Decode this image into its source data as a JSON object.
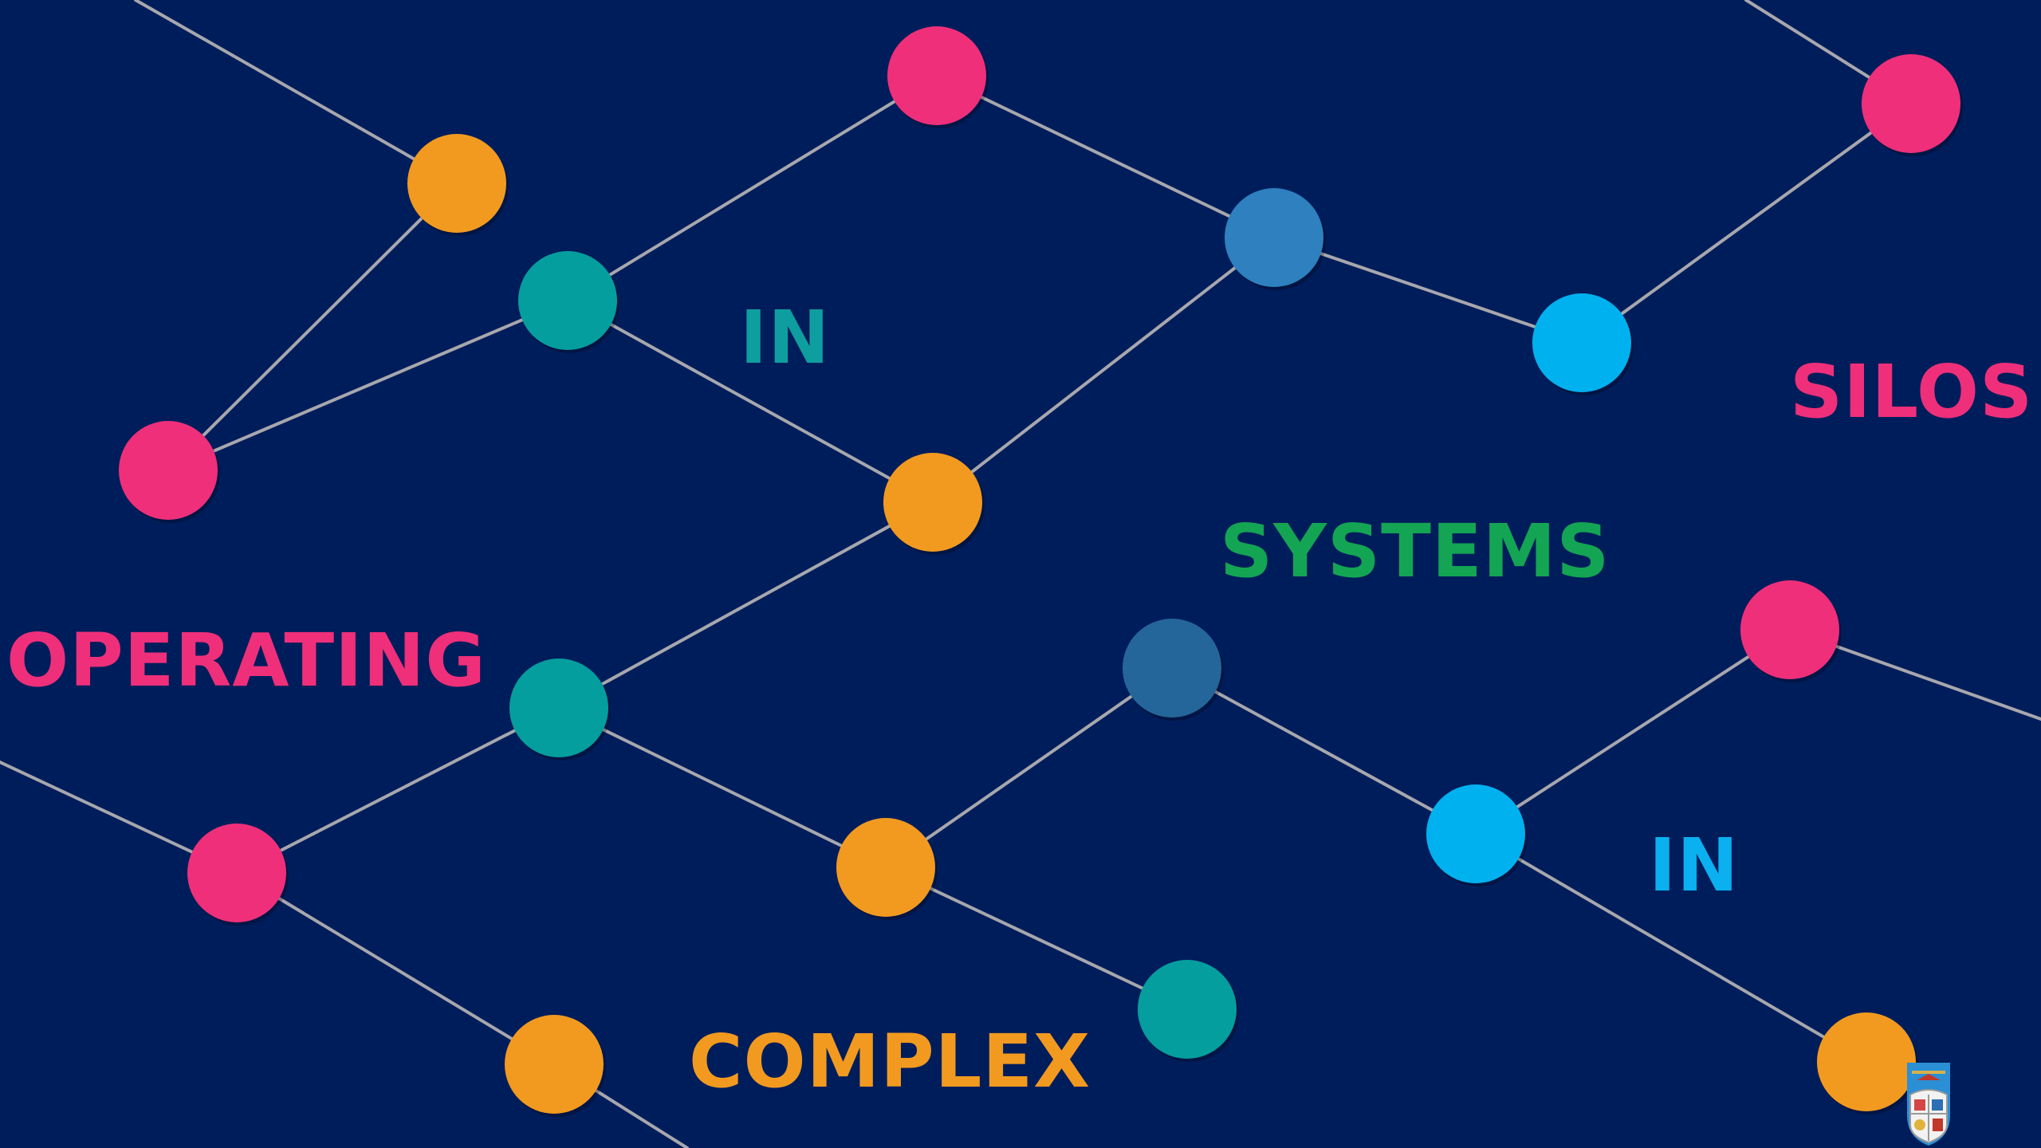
{
  "words": {
    "in_top": {
      "text": "IN",
      "color": "#0f9ea0"
    },
    "silos": {
      "text": "SILOS",
      "color": "#ef2f7a"
    },
    "systems": {
      "text": "SYSTEMS",
      "color": "#13a553"
    },
    "operating": {
      "text": "OPERATING",
      "color": "#ef2f7a"
    },
    "in_bottom": {
      "text": "IN",
      "color": "#0ab0ef"
    },
    "complex": {
      "text": "COMPLEX",
      "color": "#f29a1f"
    }
  },
  "palette": {
    "background": "#001d5b",
    "line": "#a7a7ad",
    "pink": "#ef2f7a",
    "orange": "#f29a1f",
    "teal": "#049e9e",
    "blue": "#2e80bf",
    "slate": "#246699",
    "cyan": "#00b1ef"
  },
  "icons": {
    "crest": "university-crest-icon"
  }
}
